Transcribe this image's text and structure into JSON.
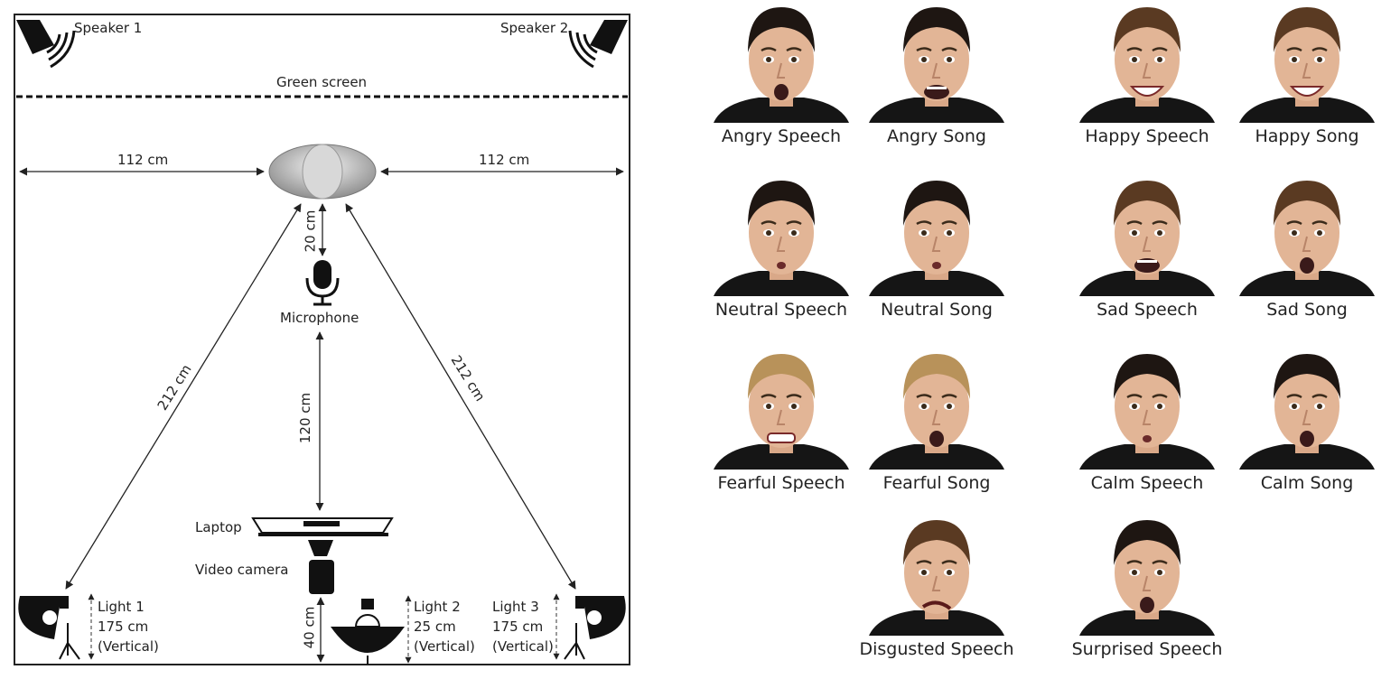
{
  "setup": {
    "speaker_1": "Speaker 1",
    "speaker_2": "Speaker 2",
    "green_screen": "Green screen",
    "dist_left": "112 cm",
    "dist_right": "112 cm",
    "dist_mic": "20 cm",
    "microphone": "Microphone",
    "dist_camera": "120 cm",
    "diag_left": "212 cm",
    "diag_right": "212 cm",
    "laptop": "Laptop",
    "video_camera": "Video camera",
    "light_1": [
      "Light 1",
      "175 cm",
      "(Vertical)"
    ],
    "light_2": [
      "Light 2",
      "25 cm",
      "(Vertical)"
    ],
    "light_3": [
      "Light 3",
      "175 cm",
      "(Vertical)"
    ],
    "dist_light2": "40 cm"
  },
  "faces": [
    {
      "caption": "Angry Speech",
      "hair": "dark",
      "expr": "open"
    },
    {
      "caption": "Angry Song",
      "hair": "dark",
      "expr": "wide"
    },
    {
      "caption": "Happy Speech",
      "hair": "brown",
      "expr": "smile"
    },
    {
      "caption": "Happy Song",
      "hair": "brown",
      "expr": "smile"
    },
    {
      "caption": "Neutral Speech",
      "hair": "dark",
      "expr": "small"
    },
    {
      "caption": "Neutral Song",
      "hair": "dark",
      "expr": "small"
    },
    {
      "caption": "Sad Speech",
      "hair": "brown",
      "expr": "wide"
    },
    {
      "caption": "Sad Song",
      "hair": "brown",
      "expr": "open"
    },
    {
      "caption": "Fearful Speech",
      "hair": "blonde",
      "expr": "teeth"
    },
    {
      "caption": "Fearful Song",
      "hair": "blonde",
      "expr": "open"
    },
    {
      "caption": "Calm Speech",
      "hair": "dark",
      "expr": "small"
    },
    {
      "caption": "Calm Song",
      "hair": "dark",
      "expr": "open"
    },
    {
      "caption": "Disgusted Speech",
      "hair": "brown",
      "expr": "grimace"
    },
    {
      "caption": "Surprised Speech",
      "hair": "dark",
      "expr": "open"
    }
  ]
}
